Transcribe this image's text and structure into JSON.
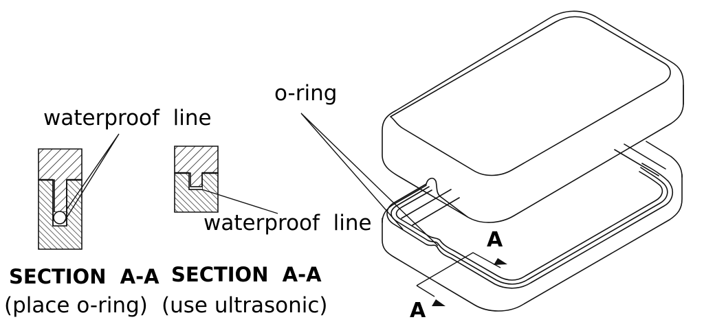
{
  "diagram": {
    "type": "technical drawing",
    "subject": "Waterproof enclosure sealing methods",
    "labels": {
      "waterproof_line_top": "waterproof  line",
      "waterproof_line_mid": "waterproof  line",
      "o_ring": "o-ring",
      "section_arrow_top": "A",
      "section_arrow_bottom": "A"
    },
    "sections": [
      {
        "title": "SECTION  A-A",
        "caption": "(place o-ring)",
        "seal": "o-ring"
      },
      {
        "title": "SECTION  A-A",
        "caption": "(use ultrasonic)",
        "seal": "ultrasonic weld"
      }
    ],
    "colors": {
      "line": "#111111",
      "background": "#ffffff"
    }
  }
}
